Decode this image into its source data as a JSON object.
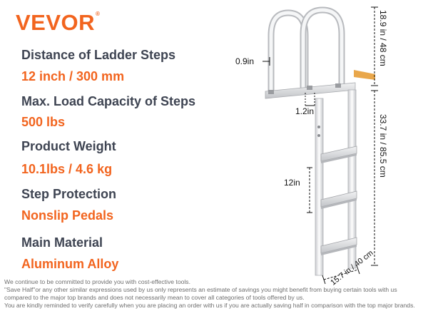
{
  "brand": {
    "name": "VEVOR",
    "mark": "®"
  },
  "colors": {
    "accent": "#f2641e",
    "label": "#3e4452",
    "footer": "#6e6e6e"
  },
  "specs": [
    {
      "label": "Distance of Ladder Steps",
      "value": "12 inch / 300 mm"
    },
    {
      "label": "Max. Load Capacity of Steps",
      "value": "500 lbs"
    },
    {
      "label": "Product Weight",
      "value": "10.1lbs / 4.6 kg"
    },
    {
      "label": "Step Protection",
      "value": "Nonslip Pedals"
    },
    {
      "label": "Main Material",
      "value": "Aluminum Alloy"
    }
  ],
  "dimensions": {
    "top_height": "18.9 in / 48 cm",
    "tube_diameter": "0.9in",
    "rail_spacing": "1.2in",
    "lower_height": "33.7 in / 85.5 cm",
    "step_spacing": "12in",
    "width": "15.7 in / 40 cm"
  },
  "footer": [
    "We continue to be committed to provide you with cost-effective tools.",
    "\"Save Half\"or any other similar expressions used by us only represents an estimate of savings you might benefit from buying certain tools with us",
    "compared to the major top brands and does not necessarily mean to cover all categories of tools offered by us.",
    "You are kindly reminded to verify carefully when you are placing an order with us if you are actually saving half in comparison with the top major brands."
  ]
}
